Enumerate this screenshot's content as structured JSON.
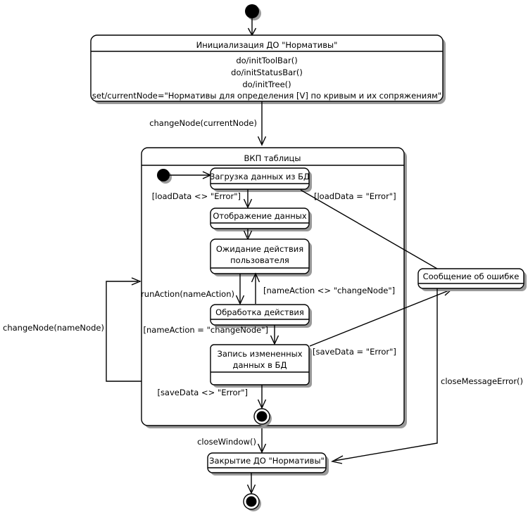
{
  "diagram": {
    "type": "uml-state-machine",
    "language": "ru",
    "title_present": false
  },
  "states": {
    "init_do": {
      "name": "Инициализация ДО \"Нормативы\"",
      "actions": [
        "do/initToolBar()",
        "do/initStatusBar()",
        "do/initTree()",
        "set/currentNode=\"Нормативы для определения [V] по кривым и их сопряжениям\""
      ]
    },
    "composite": {
      "name": "ВКП таблицы"
    },
    "load_data": {
      "name": "Загрузка данных из БД"
    },
    "show_data": {
      "name": "Отображение данных"
    },
    "wait_user": {
      "name_line1": "Ожидание действия",
      "name_line2": "пользователя"
    },
    "process_action": {
      "name": "Обработка действия"
    },
    "save_data": {
      "name_line1": "Запись измененных",
      "name_line2": "данных в БД"
    },
    "error_message": {
      "name": "Сообщение об ошибке"
    },
    "close_do": {
      "name": "Закрытие ДО \"Нормативы\""
    }
  },
  "transitions": {
    "change_node_current": "changeNode(currentNode)",
    "load_ok": "[loadData <> \"Error\"]",
    "load_err": "[loadData = \"Error\"]",
    "run_action": "runAction(nameAction)",
    "name_action_ne": "[nameAction <> \"changeNode\"]",
    "name_action_eq": "[nameAction = \"changeNode\"]",
    "save_err": "[saveData = \"Error\"]",
    "save_ok": "[saveData <> \"Error\"]",
    "change_node_name": "changeNode(nameNode)",
    "close_window": "closeWindow()",
    "close_message_error": "closeMessageError()"
  },
  "pseudostates": {
    "initial_top": "initial-state",
    "initial_composite": "initial-state",
    "final_composite": "final-state",
    "final_bottom": "final-state"
  },
  "colors": {
    "line": "#000000",
    "fill": "#ffffff",
    "shadow": "#9a9a9a"
  }
}
